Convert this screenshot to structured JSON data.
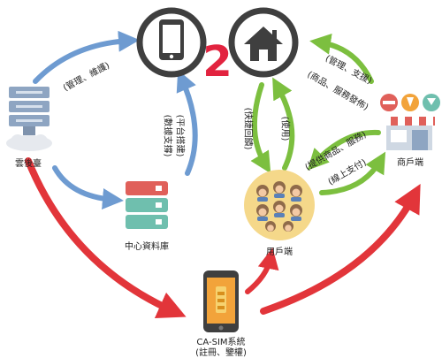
{
  "nodes": {
    "cloud_backend": "雲後臺",
    "data_center": "中心資料庫",
    "users": "用戶端",
    "merchants": "商戶端",
    "ca_sim_line1": "CA-SIM系統",
    "ca_sim_line2": "(註冊、鑒權)"
  },
  "logo": {
    "text": "2"
  },
  "edges": {
    "cloud_to_o2o": "(管理、維護)",
    "platform_build": "(平台搭建)",
    "data_support": "(數據支撐)",
    "users_to_o2o": "(使用)",
    "o2o_to_users": "(快捷回饋)",
    "merchant_mgmt": "(管理、支援)",
    "merchant_publish": "(商品、服務發佈)",
    "merchant_provide": "(提供商品、服務)",
    "online_pay": "(線上支付)"
  },
  "colors": {
    "blue_arrow": "#6e9bd1",
    "green_arrow": "#7cbf3f",
    "red_arrow": "#e2353a",
    "red_logo": "#e2233f",
    "dark": "#3f3f3f"
  },
  "icons": [
    "phone-icon",
    "house-icon",
    "server-icon",
    "database-icon",
    "sim-phone-icon",
    "store-icon",
    "user-group-icon"
  ]
}
